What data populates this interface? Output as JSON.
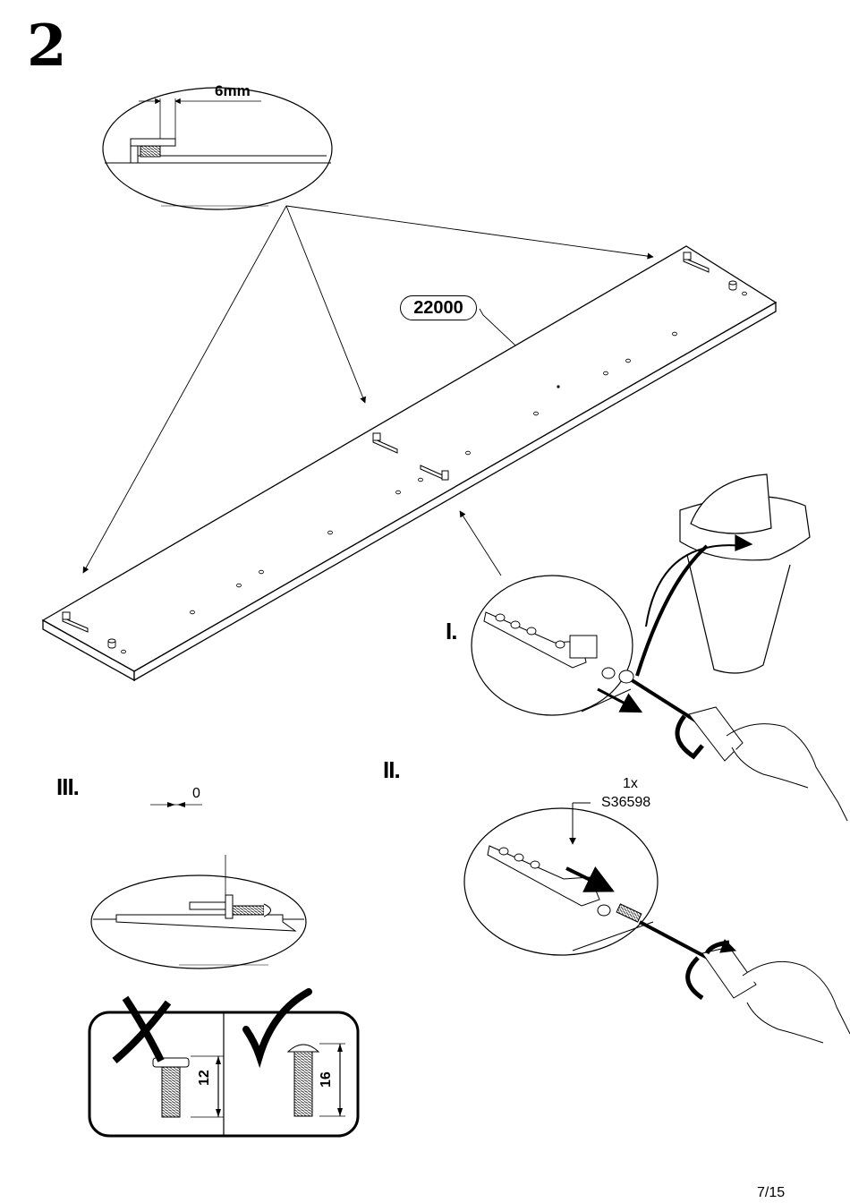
{
  "step": {
    "number": "2"
  },
  "detail_top": {
    "dimension_label": "6mm"
  },
  "panel": {
    "part_number": "22000"
  },
  "substeps": {
    "one": {
      "label": "I."
    },
    "two": {
      "label": "II.",
      "quantity": "1x",
      "part_code": "S36598"
    },
    "three": {
      "label": "III.",
      "gap_value": "0"
    }
  },
  "screw_check": {
    "wrong": {
      "length": "12",
      "mark": "x-icon"
    },
    "correct": {
      "length": "16",
      "mark": "check-icon"
    }
  },
  "footer": {
    "page": "7/15"
  }
}
